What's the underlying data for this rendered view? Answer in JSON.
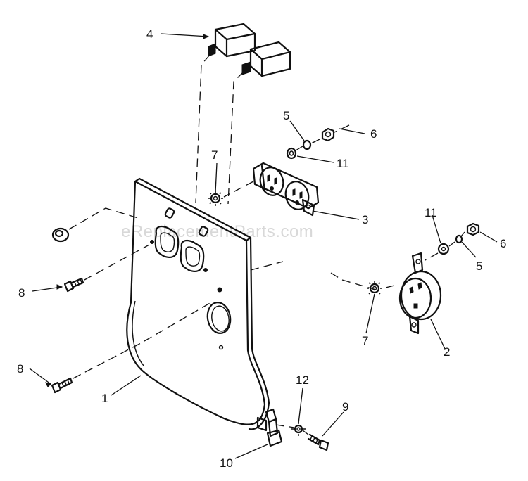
{
  "watermark": "eReplacementParts.com",
  "callouts": {
    "c1": "1",
    "c2": "2",
    "c3": "3",
    "c4": "4",
    "c5a": "5",
    "c5b": "5",
    "c6a": "6",
    "c6b": "6",
    "c7a": "7",
    "c7b": "7",
    "c8a": "8",
    "c8b": "8",
    "c9": "9",
    "c10": "10",
    "c11a": "11",
    "c11b": "11",
    "c12": "12"
  }
}
